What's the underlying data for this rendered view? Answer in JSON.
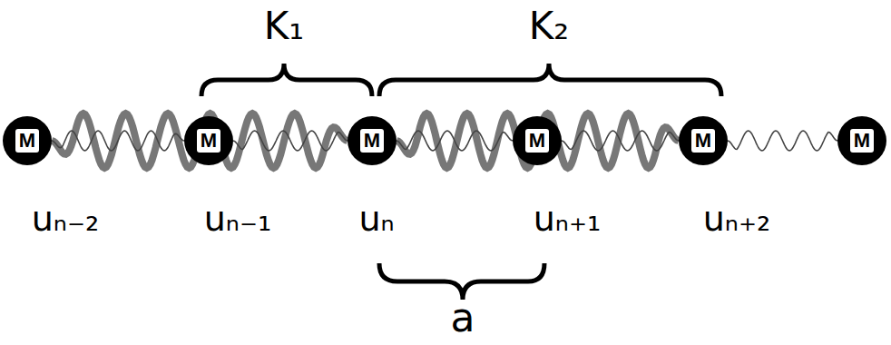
{
  "diagram": {
    "nodes": [
      {
        "text": [
          "M"
        ]
      },
      {
        "text": [
          "M"
        ]
      },
      {
        "text": [
          "M"
        ]
      },
      {
        "text": [
          "M"
        ]
      },
      {
        "text": [
          "M"
        ]
      },
      {
        "text": [
          "M"
        ]
      }
    ],
    "edges": [
      {
        "from": 0,
        "to": 1,
        "arrow": "none"
      },
      {
        "from": 1,
        "to": 2,
        "arrow": "none"
      },
      {
        "from": 2,
        "to": 3,
        "arrow": "none"
      },
      {
        "from": 3,
        "to": 4,
        "arrow": "none"
      },
      {
        "from": 4,
        "to": 5,
        "arrow": "none"
      },
      {
        "from": 0,
        "to": 2,
        "arrow": "none"
      },
      {
        "from": 2,
        "to": 4,
        "arrow": "none"
      }
    ],
    "labels": [
      "K₁",
      "K₂",
      "uₙ₋₂",
      "uₙ₋₁",
      "uₙ",
      "uₙ₊₁",
      "uₙ₊₂",
      "a"
    ]
  }
}
